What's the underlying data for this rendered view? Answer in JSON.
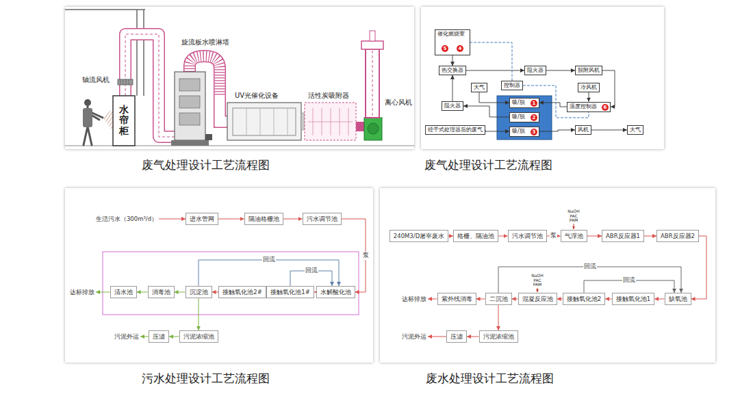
{
  "diagram": {
    "nodes": [
      {
        "text": [
          "催化燃烧室"
        ]
      },
      {
        "text": [
          "5"
        ],
        "in": 0
      },
      {
        "text": [
          "4"
        ],
        "in": 0
      },
      {
        "text": [
          "热交换器"
        ]
      },
      {
        "text": [
          "阻火器"
        ]
      },
      {
        "text": [
          "脱附风机"
        ]
      },
      {
        "text": [
          "大气"
        ]
      },
      {
        "text": [
          "控制器"
        ]
      },
      {
        "text": [
          "冷风机"
        ]
      },
      {
        "text": [
          "温度控制器"
        ]
      },
      {
        "text": [
          "6"
        ],
        "in": 9
      },
      {
        "text": [
          "阻火器"
        ]
      },
      {
        "text": [
          "吸/脱"
        ]
      },
      {
        "text": [
          "1"
        ],
        "in": 12
      },
      {
        "text": [
          "吸/脱"
        ]
      },
      {
        "text": [
          "2"
        ],
        "in": 14
      },
      {
        "text": [
          "吸/脱"
        ]
      },
      {
        "text": [
          "3"
        ],
        "in": 16
      },
      {
        "text": [
          "经干式处理器后的废气"
        ]
      },
      {
        "text": [
          "风机"
        ]
      },
      {
        "text": [
          "大气"
        ]
      },
      {
        "text": [
          "生活污水（300m³/d）"
        ]
      },
      {
        "text": [
          "进水管网"
        ]
      },
      {
        "text": [
          "隔油格栅池"
        ]
      },
      {
        "text": [
          "污水调节池"
        ]
      },
      {
        "text": [
          "水解酸化池"
        ]
      },
      {
        "text": [
          "接触氧化池1#"
        ]
      },
      {
        "text": [
          "接触氧化池2#"
        ]
      },
      {
        "text": [
          "沉淀池"
        ]
      },
      {
        "text": [
          "消毒池"
        ]
      },
      {
        "text": [
          "清水池"
        ]
      },
      {
        "text": [
          "达标排放"
        ]
      },
      {
        "text": [
          "污泥浓缩池"
        ]
      },
      {
        "text": [
          "压滤"
        ]
      },
      {
        "text": [
          "污泥外运"
        ]
      },
      {
        "text": [
          "240M3/D屠宰废水"
        ]
      },
      {
        "text": [
          "格栅、隔油池"
        ]
      },
      {
        "text": [
          "污水调节池"
        ]
      },
      {
        "text": [
          "气浮池"
        ]
      },
      {
        "text": [
          "ABR反应器1"
        ]
      },
      {
        "text": [
          "ABR反应器2"
        ]
      },
      {
        "text": [
          "缺氧池"
        ]
      },
      {
        "text": [
          "接触氧化池1"
        ]
      },
      {
        "text": [
          "接触氧化池2"
        ]
      },
      {
        "text": [
          "混凝反应池"
        ]
      },
      {
        "text": [
          "二沉池"
        ]
      },
      {
        "text": [
          "紫外线消毒"
        ]
      },
      {
        "text": [
          "达标排放"
        ]
      },
      {
        "text": [
          "污泥浓缩池"
        ]
      },
      {
        "text": [
          "压滤"
        ]
      },
      {
        "text": [
          "污泥外运"
        ]
      }
    ],
    "edges": [
      {
        "from": 0,
        "to": 3,
        "arrow": "to"
      },
      {
        "from": 3,
        "to": 4,
        "arrow": "to"
      },
      {
        "from": 4,
        "to": 5,
        "arrow": "to"
      },
      {
        "from": 5,
        "to": 9,
        "arrow": "to"
      },
      {
        "from": 8,
        "to": 9,
        "arrow": "to"
      },
      {
        "from": 9,
        "to": 12,
        "arrow": "to"
      },
      {
        "from": 18,
        "to": 16,
        "arrow": "to"
      },
      {
        "from": 16,
        "to": 19,
        "arrow": "to"
      },
      {
        "from": 19,
        "to": 20,
        "arrow": "to"
      },
      {
        "from": 6,
        "to": 12,
        "arrow": "to"
      },
      {
        "from": 14,
        "to": 11,
        "arrow": "to"
      },
      {
        "from": 11,
        "to": 3,
        "arrow": "to"
      },
      {
        "from": 7,
        "to": 0,
        "arrow": "none"
      },
      {
        "from": 7,
        "to": 9,
        "arrow": "none"
      },
      {
        "from": 21,
        "to": 22,
        "arrow": "to"
      },
      {
        "from": 22,
        "to": 23,
        "arrow": "to"
      },
      {
        "from": 23,
        "to": 24,
        "arrow": "to"
      },
      {
        "from": 24,
        "to": 25,
        "label": "泵",
        "arrow": "to"
      },
      {
        "from": 25,
        "to": 26,
        "arrow": "to"
      },
      {
        "from": 26,
        "to": 27,
        "arrow": "to"
      },
      {
        "from": 27,
        "to": 28,
        "arrow": "to"
      },
      {
        "from": 28,
        "to": 29,
        "arrow": "to"
      },
      {
        "from": 29,
        "to": 30,
        "arrow": "to"
      },
      {
        "from": 30,
        "to": 31,
        "arrow": "to"
      },
      {
        "from": 28,
        "to": 32,
        "arrow": "to"
      },
      {
        "from": 32,
        "to": 33,
        "arrow": "to"
      },
      {
        "from": 33,
        "to": 34,
        "arrow": "to"
      },
      {
        "from": 28,
        "to": 25,
        "label": "回流",
        "arrow": "to"
      },
      {
        "from": 26,
        "to": 25,
        "label": "回流",
        "arrow": "to"
      },
      {
        "from": 35,
        "to": 36,
        "arrow": "to"
      },
      {
        "from": 36,
        "to": 37,
        "arrow": "to"
      },
      {
        "from": 37,
        "to": 38,
        "label": "泵",
        "arrow": "to"
      },
      {
        "from": 38,
        "to": 39,
        "arrow": "to"
      },
      {
        "from": 39,
        "to": 40,
        "arrow": "to"
      },
      {
        "from": 40,
        "to": 41,
        "arrow": "to"
      },
      {
        "from": 41,
        "to": 42,
        "arrow": "to"
      },
      {
        "from": 42,
        "to": 43,
        "arrow": "to"
      },
      {
        "from": 43,
        "to": 44,
        "arrow": "to"
      },
      {
        "from": 44,
        "to": 45,
        "arrow": "to"
      },
      {
        "from": 45,
        "to": 46,
        "arrow": "to"
      },
      {
        "from": 46,
        "to": 47,
        "arrow": "to"
      },
      {
        "from": 45,
        "to": 48,
        "arrow": "to"
      },
      {
        "from": 48,
        "to": 49,
        "arrow": "to"
      },
      {
        "from": 49,
        "to": 50,
        "arrow": "to"
      },
      {
        "from": 45,
        "to": 41,
        "label": "回流",
        "arrow": "to"
      },
      {
        "from": 43,
        "to": 41,
        "label": "回流",
        "arrow": "to"
      }
    ],
    "labels": [
      "轴流风机",
      "水帘柜",
      "旋流板水喷淋塔",
      "UV光催化设备",
      "活性炭吸附器",
      "离心风机",
      "废气处理设计工艺流程图",
      "废气处理设计工艺流程图",
      "NaOH PAC PAM",
      "NaOH PAC PAM",
      "污水处理设计工艺流程图",
      "废水处理设计工艺流程图"
    ]
  }
}
